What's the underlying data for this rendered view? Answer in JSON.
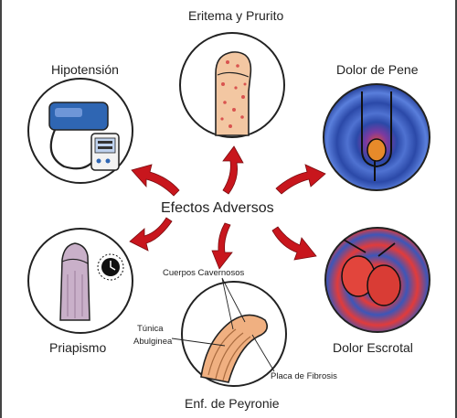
{
  "center_label": "Efectos Adversos",
  "effects": [
    {
      "label": "Eritema y Prurito",
      "icon": "skin-rash-icon"
    },
    {
      "label": "Hipotensión",
      "icon": "blood-pressure-monitor-icon"
    },
    {
      "label": "Dolor de Pene",
      "icon": "penile-pain-icon"
    },
    {
      "label": "Priapismo",
      "icon": "priapism-icon"
    },
    {
      "label": "Dolor Escrotal",
      "icon": "scrotal-pain-icon"
    },
    {
      "label": "Enf. de Peyronie",
      "icon": "peyronie-icon"
    }
  ],
  "peyronie_annotations": {
    "cavernosos": "Cuerpos Cavernosos",
    "tunica_1": "Túnica",
    "tunica_2": "Abulginea",
    "placa": "Placa de Fibrosis"
  },
  "colors": {
    "arrow": "#c8161d",
    "skin": "#f3c7a2",
    "rash": "#d9534f",
    "monitor": "#2f66b3",
    "pain_blue": "#2b49a8",
    "pain_red": "#d83a3a"
  }
}
